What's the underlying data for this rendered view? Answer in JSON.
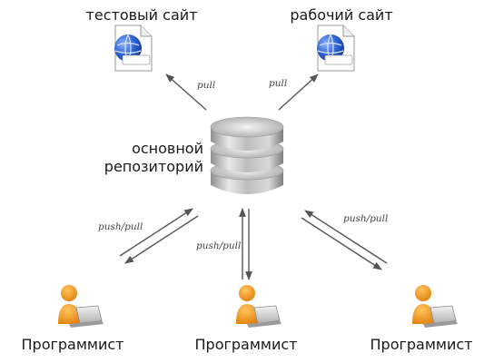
{
  "nodes": {
    "test_site": {
      "label": "тестовый сайт",
      "icon": "web-document-icon"
    },
    "work_site": {
      "label": "рабочий сайт",
      "icon": "web-document-icon"
    },
    "repository": {
      "label_line1": "основной",
      "label_line2": "репозиторий",
      "icon": "database-icon"
    },
    "programmers": [
      {
        "label": "Программист",
        "icon": "programmer-laptop-icon"
      },
      {
        "label": "Программист",
        "icon": "programmer-laptop-icon"
      },
      {
        "label": "Программист",
        "icon": "programmer-laptop-icon"
      }
    ]
  },
  "edges": {
    "pull_left": "pull",
    "pull_right": "pull",
    "sync_left": "push/pull",
    "sync_center": "push/pull",
    "sync_right": "push/pull"
  },
  "colors": {
    "arrow": "#555555",
    "person_orange": "#f39a1e",
    "globe_blue": "#1f4fb8",
    "db_silver": "#c8c8c8"
  }
}
